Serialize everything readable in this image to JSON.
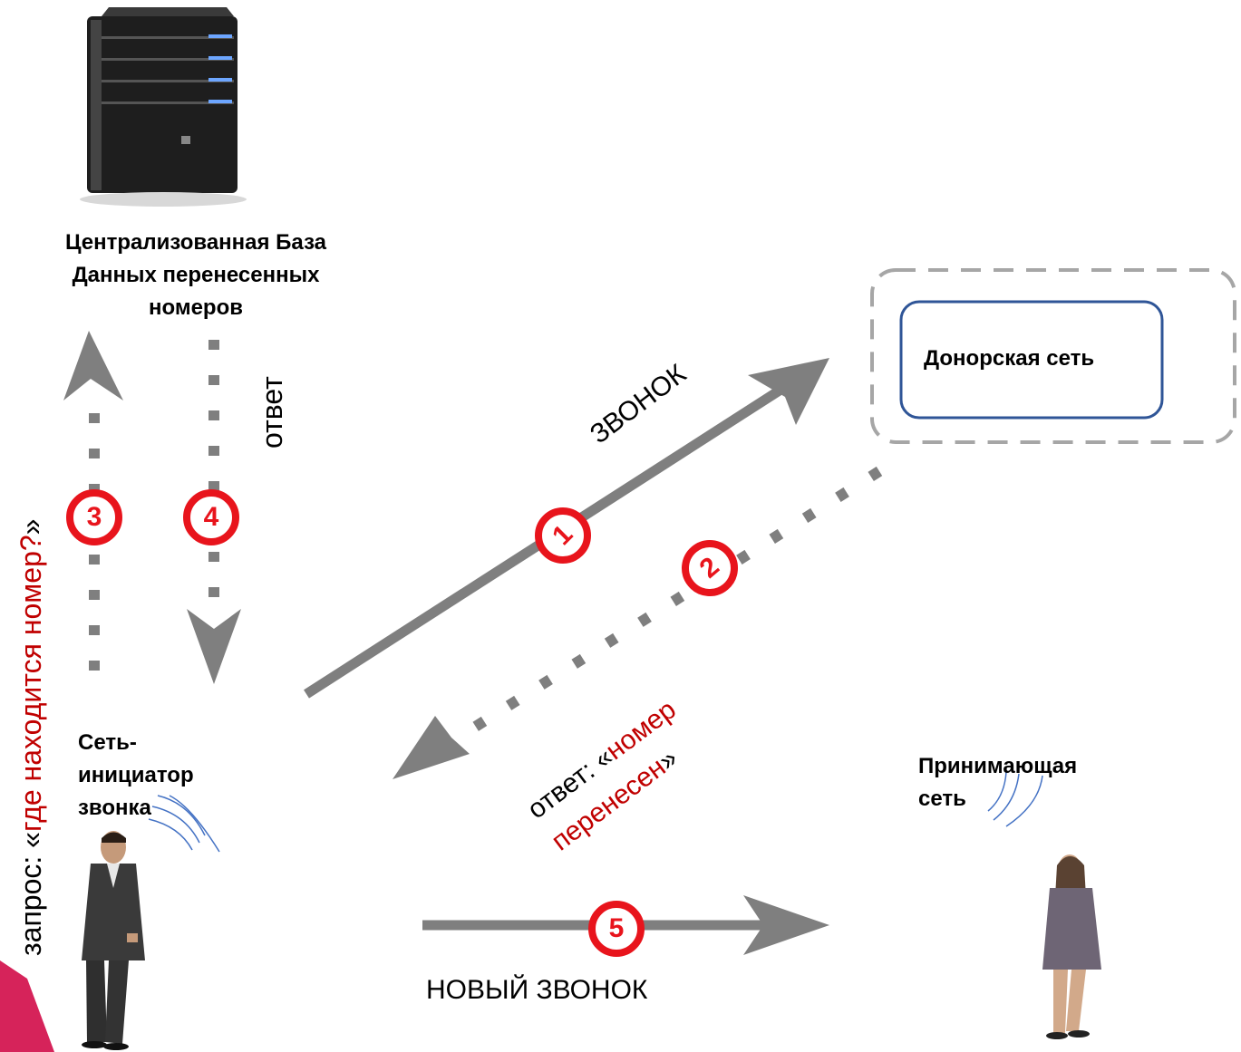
{
  "nodes": {
    "database": "Централизованная База Данных перенесенных номеров",
    "donor": "Донорская сеть",
    "initiator": "Сеть-инициатор звонка",
    "receiver": "Принимающая сеть"
  },
  "arrows": {
    "call": "ЗВОНОК",
    "answer_prefix": "ответ: «",
    "answer_red_1": "номер",
    "answer_red_2": "перенесен",
    "answer_suffix": "»",
    "query_prefix": "запрос: «",
    "query_red": "где находится номер?",
    "query_suffix": "»",
    "reply": "ответ",
    "new_call": "НОВЫЙ ЗВОНОК"
  },
  "steps": [
    "1",
    "2",
    "3",
    "4",
    "5"
  ],
  "colors": {
    "arrow": "#7f7f7f",
    "step": "#e8141c",
    "highlight": "#c00000",
    "donor_border": "#2f5597"
  }
}
